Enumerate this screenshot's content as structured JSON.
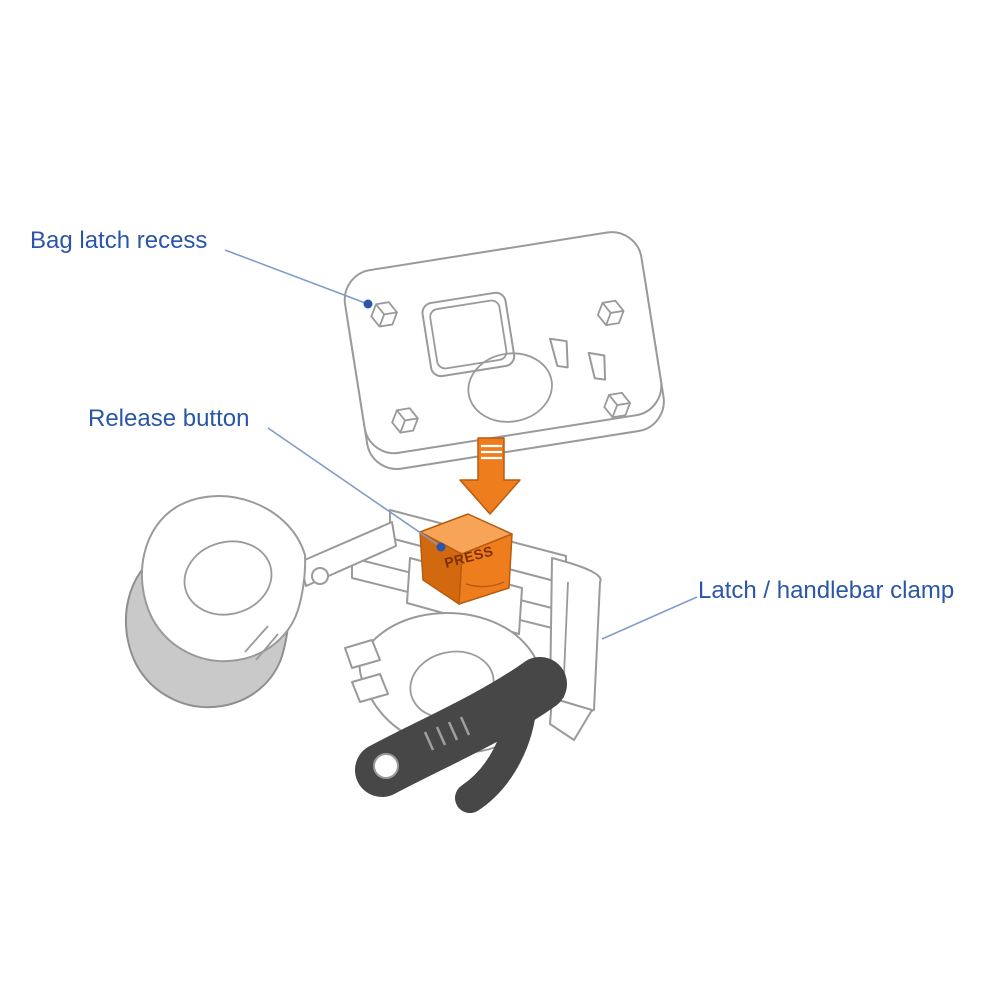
{
  "labels": {
    "bag_latch_recess": "Bag latch recess",
    "release_button": "Release button",
    "latch_handlebar_clamp": "Latch / handlebar clamp"
  },
  "parts": {
    "press_button_text": "PRESS"
  },
  "colors": {
    "label_text": "#2a56a8",
    "leader_line": "#7d9cc9",
    "accent_orange": "#ee7d1e",
    "accent_orange_light": "#f7a457",
    "accent_orange_dark": "#d2690f",
    "outline_gray": "#9a9a9a",
    "dark_part": "#474747",
    "mid_gray_part": "#c9c9c9"
  }
}
